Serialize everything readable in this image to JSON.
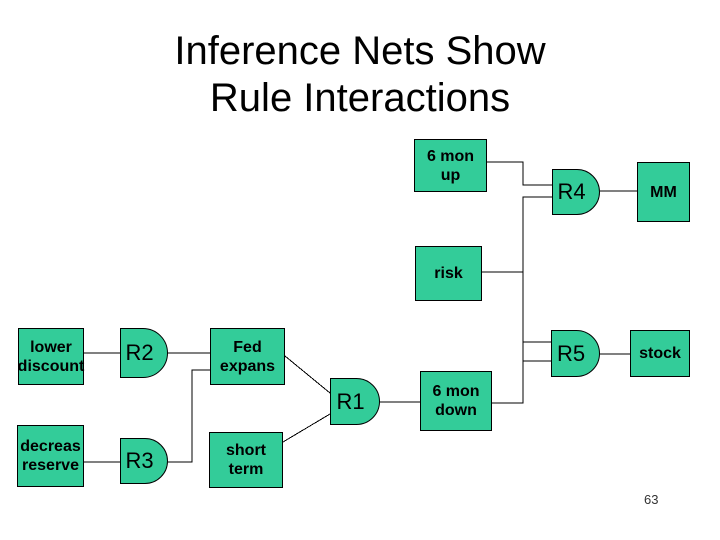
{
  "slide": {
    "title": "Inference Nets Show\nRule Interactions",
    "page_number": "63"
  },
  "colors": {
    "shape_fill": "#33CC99",
    "shape_border": "#000000",
    "connector": "#000000",
    "title_text": "#000000",
    "background": "#FFFFFF"
  },
  "facts": {
    "six_mon_up": "6 mon\nup",
    "mm": "MM",
    "risk": "risk",
    "six_mon_down": "6 mon\ndown",
    "lower_discount": "lower\ndiscount",
    "fed_expans": "Fed\nexpans",
    "stock": "stock",
    "decreas_reserve": "decreas\nreserve",
    "short_term": "short\nterm"
  },
  "rules": {
    "r1": "R1",
    "r2": "R2",
    "r3": "R3",
    "r4": "R4",
    "r5": "R5"
  }
}
